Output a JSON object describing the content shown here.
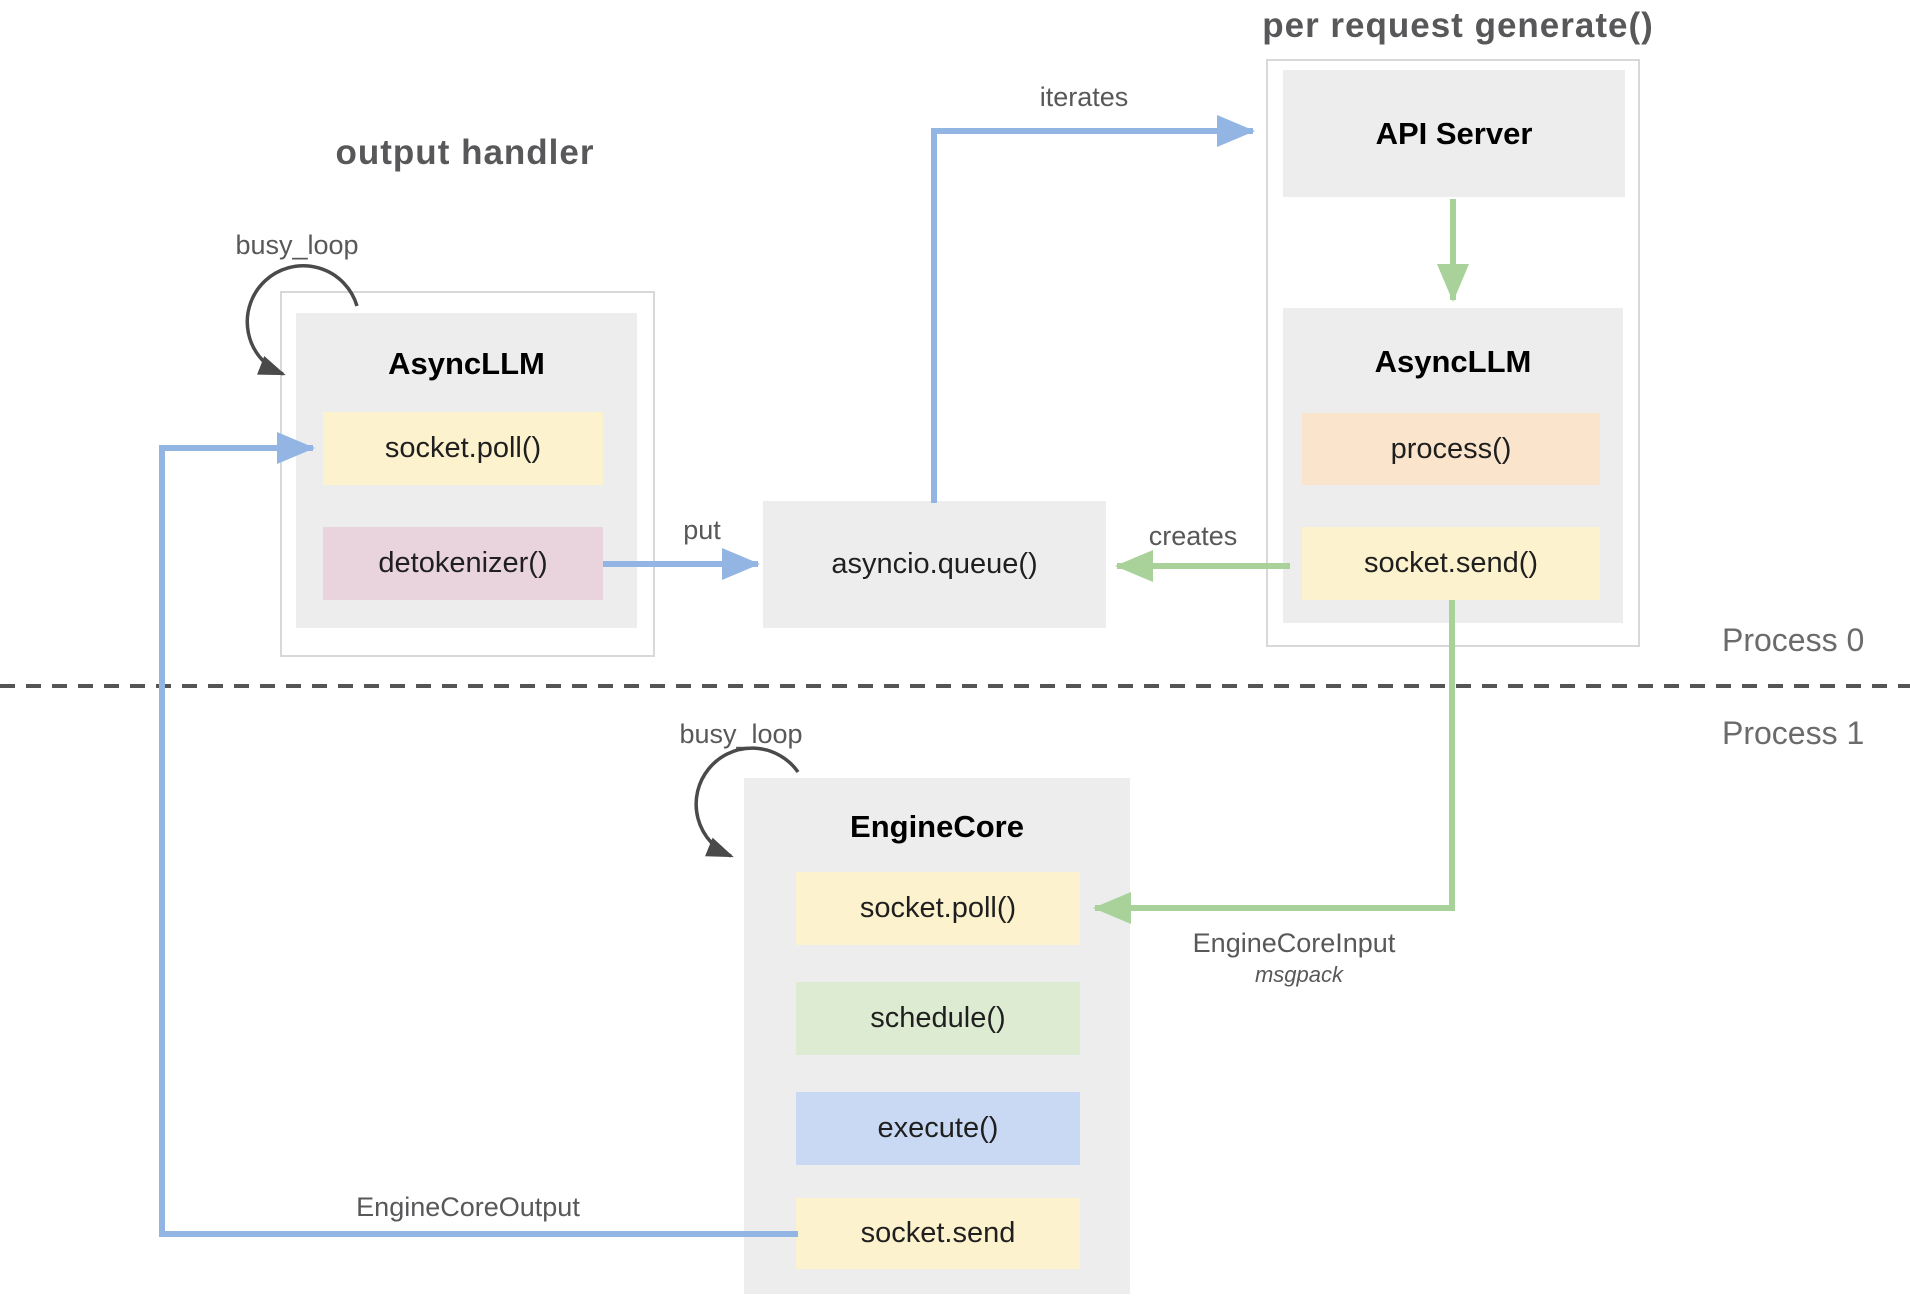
{
  "colors": {
    "arrow-blue": "#92b5e3",
    "arrow-green": "#a9d29b",
    "arc-dark": "#4a4a4a",
    "box-gray": "#ededed",
    "box-border": "#d8d8d8",
    "method-yellow": "#fcf2cd",
    "method-pink": "#e9d3dc",
    "method-orange": "#fae5cc",
    "method-green": "#dcebd1",
    "method-blue": "#c9d9f3",
    "text-dark": "#1f1f1f",
    "text-gray": "#58585a",
    "text-process": "#6b6b6b",
    "dashed": "#555555"
  },
  "titles": {
    "output_handler": "output handler",
    "per_request": "per request generate()"
  },
  "labels": {
    "busy_loop": "busy_loop",
    "iterates": "iterates",
    "put": "put",
    "creates": "creates",
    "engine_core_input": "EngineCoreInput",
    "msgpack": "msgpack",
    "engine_core_output": "EngineCoreOutput",
    "process0": "Process 0",
    "process1": "Process 1"
  },
  "nodes": {
    "async_llm_left": {
      "title": "AsyncLLM",
      "methods": [
        {
          "label": "socket.poll()"
        },
        {
          "label": "detokenizer()"
        }
      ]
    },
    "queue": {
      "label": "asyncio.queue()"
    },
    "api_server": {
      "title": "API Server"
    },
    "async_llm_right": {
      "title": "AsyncLLM",
      "methods": [
        {
          "label": "process()"
        },
        {
          "label": "socket.send()"
        }
      ]
    },
    "engine_core": {
      "title": "EngineCore",
      "methods": [
        {
          "label": "socket.poll()"
        },
        {
          "label": "schedule()"
        },
        {
          "label": "execute()"
        },
        {
          "label": "socket.send"
        }
      ]
    }
  }
}
